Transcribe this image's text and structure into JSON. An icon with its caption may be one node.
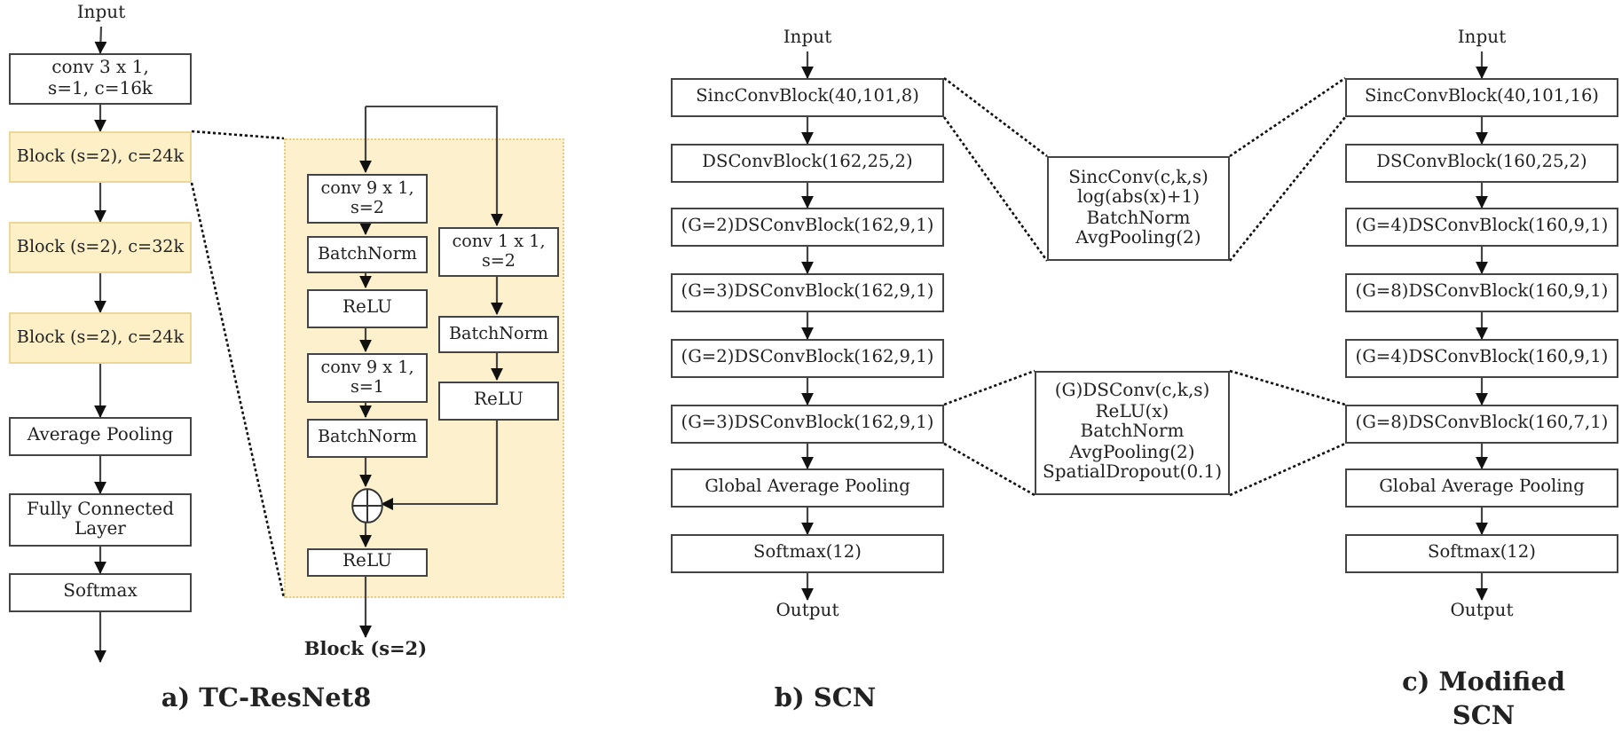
{
  "diagram": {
    "nodes": [
      {
        "text": [
          "Input"
        ]
      },
      {
        "text": [
          "conv 3 x 1, s=1, c=16k"
        ]
      },
      {
        "text": [
          "Block (s=2), c=24k"
        ]
      },
      {
        "text": [
          "Block (s=2), c=32k"
        ]
      },
      {
        "text": [
          "Block (s=2), c=24k"
        ]
      },
      {
        "text": [
          "Average Pooling"
        ]
      },
      {
        "text": [
          "Fully Connected Layer"
        ]
      },
      {
        "text": [
          "Softmax"
        ]
      },
      {
        "text": [],
        "shape": "box"
      },
      {
        "text": [
          "conv 9 x 1, s=2"
        ],
        "in": 8
      },
      {
        "text": [
          "BatchNorm"
        ],
        "in": 8
      },
      {
        "text": [
          "ReLU"
        ],
        "in": 8
      },
      {
        "text": [
          "conv 9 x 1, s=1"
        ],
        "in": 8
      },
      {
        "text": [
          "BatchNorm"
        ],
        "in": 8
      },
      {
        "text": [],
        "shape": "circle",
        "in": 8
      },
      {
        "text": [
          "ReLU"
        ],
        "in": 8
      },
      {
        "text": [
          "conv 1 x 1, s=2"
        ],
        "in": 8
      },
      {
        "text": [
          "BatchNorm"
        ],
        "in": 8
      },
      {
        "text": [
          "ReLU"
        ],
        "in": 8
      },
      {
        "text": [
          "Input"
        ]
      },
      {
        "text": [
          "SincConvBlock(40,101,8)"
        ]
      },
      {
        "text": [
          "DSConvBlock(162,25,2)"
        ]
      },
      {
        "text": [
          "(G=2)DSConvBlock(162,9,1)"
        ]
      },
      {
        "text": [
          "(G=3)DSConvBlock(162,9,1)"
        ]
      },
      {
        "text": [
          "(G=2)DSConvBlock(162,9,1)"
        ]
      },
      {
        "text": [
          "(G=3)DSConvBlock(162,9,1)"
        ]
      },
      {
        "text": [
          "Global Average Pooling"
        ]
      },
      {
        "text": [
          "Softmax(12)"
        ]
      },
      {
        "text": [
          "Output"
        ]
      },
      {
        "text": [
          "SincConv(c,k,s)",
          "log(abs(x)+1)",
          "BatchNorm",
          "AvgPooling(2)"
        ]
      },
      {
        "text": [
          "(G)DSConv(c,k,s)",
          "ReLU(x)",
          "BatchNorm",
          "AvgPooling(2)",
          "SpatialDropout(0.1)"
        ]
      },
      {
        "text": [
          "Input"
        ]
      },
      {
        "text": [
          "SincConvBlock(40,101,16)"
        ]
      },
      {
        "text": [
          "DSConvBlock(160,25,2)"
        ]
      },
      {
        "text": [
          "(G=4)DSConvBlock(160,9,1)"
        ]
      },
      {
        "text": [
          "(G=8)DSConvBlock(160,9,1)"
        ]
      },
      {
        "text": [
          "(G=4)DSConvBlock(160,9,1)"
        ]
      },
      {
        "text": [
          "(G=8)DSConvBlock(160,7,1)"
        ]
      },
      {
        "text": [
          "Global Average Pooling"
        ]
      },
      {
        "text": [
          "Softmax(12)"
        ]
      },
      {
        "text": [
          "Output"
        ]
      },
      {
        "text": [
          "Block (s=2)"
        ]
      }
    ],
    "edges": [
      {
        "from": 0,
        "to": 1,
        "arrow": "to"
      },
      {
        "from": 1,
        "to": 2,
        "arrow": "to"
      },
      {
        "from": 2,
        "to": 3,
        "arrow": "to"
      },
      {
        "from": 3,
        "to": 4,
        "arrow": "to"
      },
      {
        "from": 4,
        "to": 5,
        "arrow": "to"
      },
      {
        "from": 5,
        "to": 6,
        "arrow": "to"
      },
      {
        "from": 6,
        "to": 7,
        "arrow": "to"
      },
      {
        "from": 7,
        "to": null,
        "arrow": "to"
      },
      {
        "from": 2,
        "to": 8,
        "arrow": "none",
        "style": "dashed"
      },
      {
        "from": 2,
        "to": 8,
        "arrow": "none",
        "style": "dashed"
      },
      {
        "from": null,
        "to": 9,
        "arrow": "to"
      },
      {
        "from": null,
        "to": 16,
        "arrow": "to"
      },
      {
        "from": 9,
        "to": 10,
        "arrow": "to"
      },
      {
        "from": 10,
        "to": 11,
        "arrow": "to"
      },
      {
        "from": 11,
        "to": 12,
        "arrow": "to"
      },
      {
        "from": 12,
        "to": 13,
        "arrow": "to"
      },
      {
        "from": 13,
        "to": 14,
        "arrow": "to"
      },
      {
        "from": 14,
        "to": 15,
        "arrow": "to"
      },
      {
        "from": 15,
        "to": 41,
        "arrow": "to"
      },
      {
        "from": 16,
        "to": 17,
        "arrow": "to"
      },
      {
        "from": 17,
        "to": 18,
        "arrow": "to"
      },
      {
        "from": 18,
        "to": 14,
        "arrow": "to"
      },
      {
        "from": 19,
        "to": 20,
        "arrow": "to"
      },
      {
        "from": 20,
        "to": 21,
        "arrow": "to"
      },
      {
        "from": 21,
        "to": 22,
        "arrow": "to"
      },
      {
        "from": 22,
        "to": 23,
        "arrow": "to"
      },
      {
        "from": 23,
        "to": 24,
        "arrow": "to"
      },
      {
        "from": 24,
        "to": 25,
        "arrow": "to"
      },
      {
        "from": 25,
        "to": 26,
        "arrow": "to"
      },
      {
        "from": 26,
        "to": 27,
        "arrow": "to"
      },
      {
        "from": 27,
        "to": 28,
        "arrow": "to"
      },
      {
        "from": 20,
        "to": 29,
        "arrow": "none",
        "style": "dashed"
      },
      {
        "from": 20,
        "to": 29,
        "arrow": "none",
        "style": "dashed"
      },
      {
        "from": 29,
        "to": 32,
        "arrow": "none",
        "style": "dashed"
      },
      {
        "from": 29,
        "to": 32,
        "arrow": "none",
        "style": "dashed"
      },
      {
        "from": 25,
        "to": 30,
        "arrow": "none",
        "style": "dashed"
      },
      {
        "from": 25,
        "to": 30,
        "arrow": "none",
        "style": "dashed"
      },
      {
        "from": 30,
        "to": 37,
        "arrow": "none",
        "style": "dashed"
      },
      {
        "from": 30,
        "to": 37,
        "arrow": "none",
        "style": "dashed"
      },
      {
        "from": 31,
        "to": 32,
        "arrow": "to"
      },
      {
        "from": 32,
        "to": 33,
        "arrow": "to"
      },
      {
        "from": 33,
        "to": 34,
        "arrow": "to"
      },
      {
        "from": 34,
        "to": 35,
        "arrow": "to"
      },
      {
        "from": 35,
        "to": 36,
        "arrow": "to"
      },
      {
        "from": 36,
        "to": 37,
        "arrow": "to"
      },
      {
        "from": 37,
        "to": 38,
        "arrow": "to"
      },
      {
        "from": 38,
        "to": 39,
        "arrow": "to"
      },
      {
        "from": 39,
        "to": 40,
        "arrow": "to"
      }
    ],
    "labels": [
      "a) TC-ResNet8",
      "b) SCN",
      "c) Modified SCN"
    ]
  }
}
